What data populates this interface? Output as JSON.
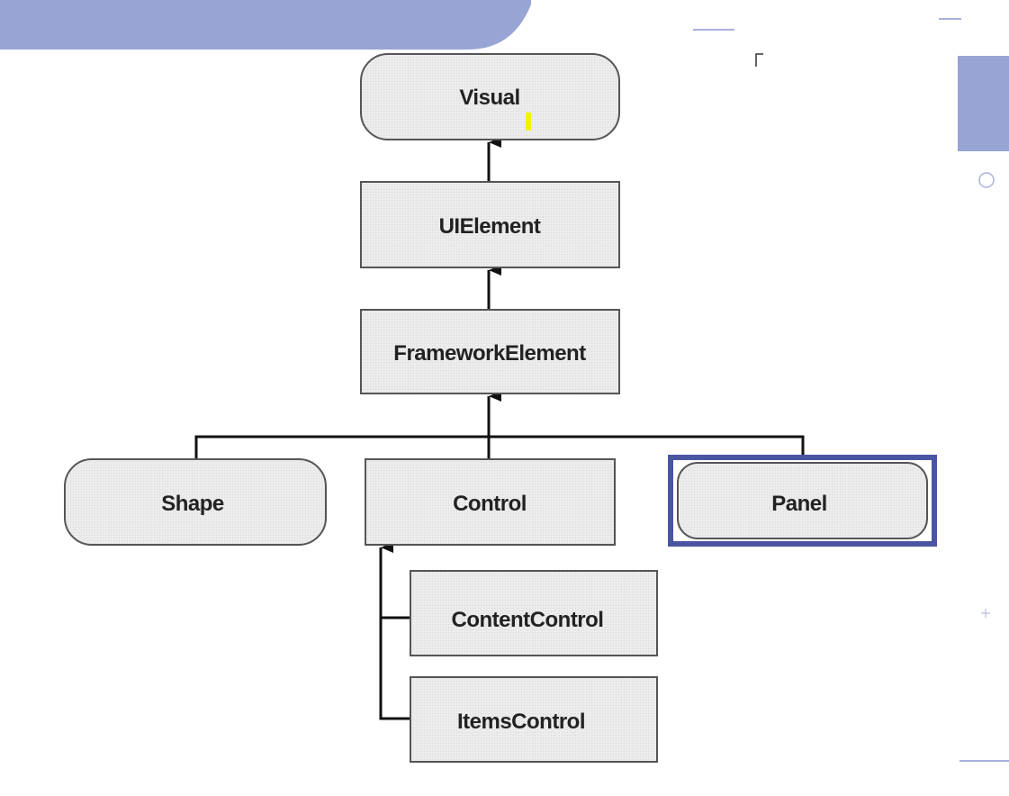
{
  "diagram": {
    "nodes": {
      "visual": "Visual",
      "uielement": "UIElement",
      "frameworkelement": "FrameworkElement",
      "shape": "Shape",
      "control": "Control",
      "panel": "Panel",
      "contentcontrol": "ContentControl",
      "itemscontrol": "ItemsControl"
    }
  },
  "colors": {
    "slide_accent": "#98a4d4",
    "highlight_border": "#4a55a2",
    "node_fill": "#ececec",
    "node_stroke": "#555555",
    "connector": "#111111",
    "cursor_marker": "#f2f200"
  }
}
